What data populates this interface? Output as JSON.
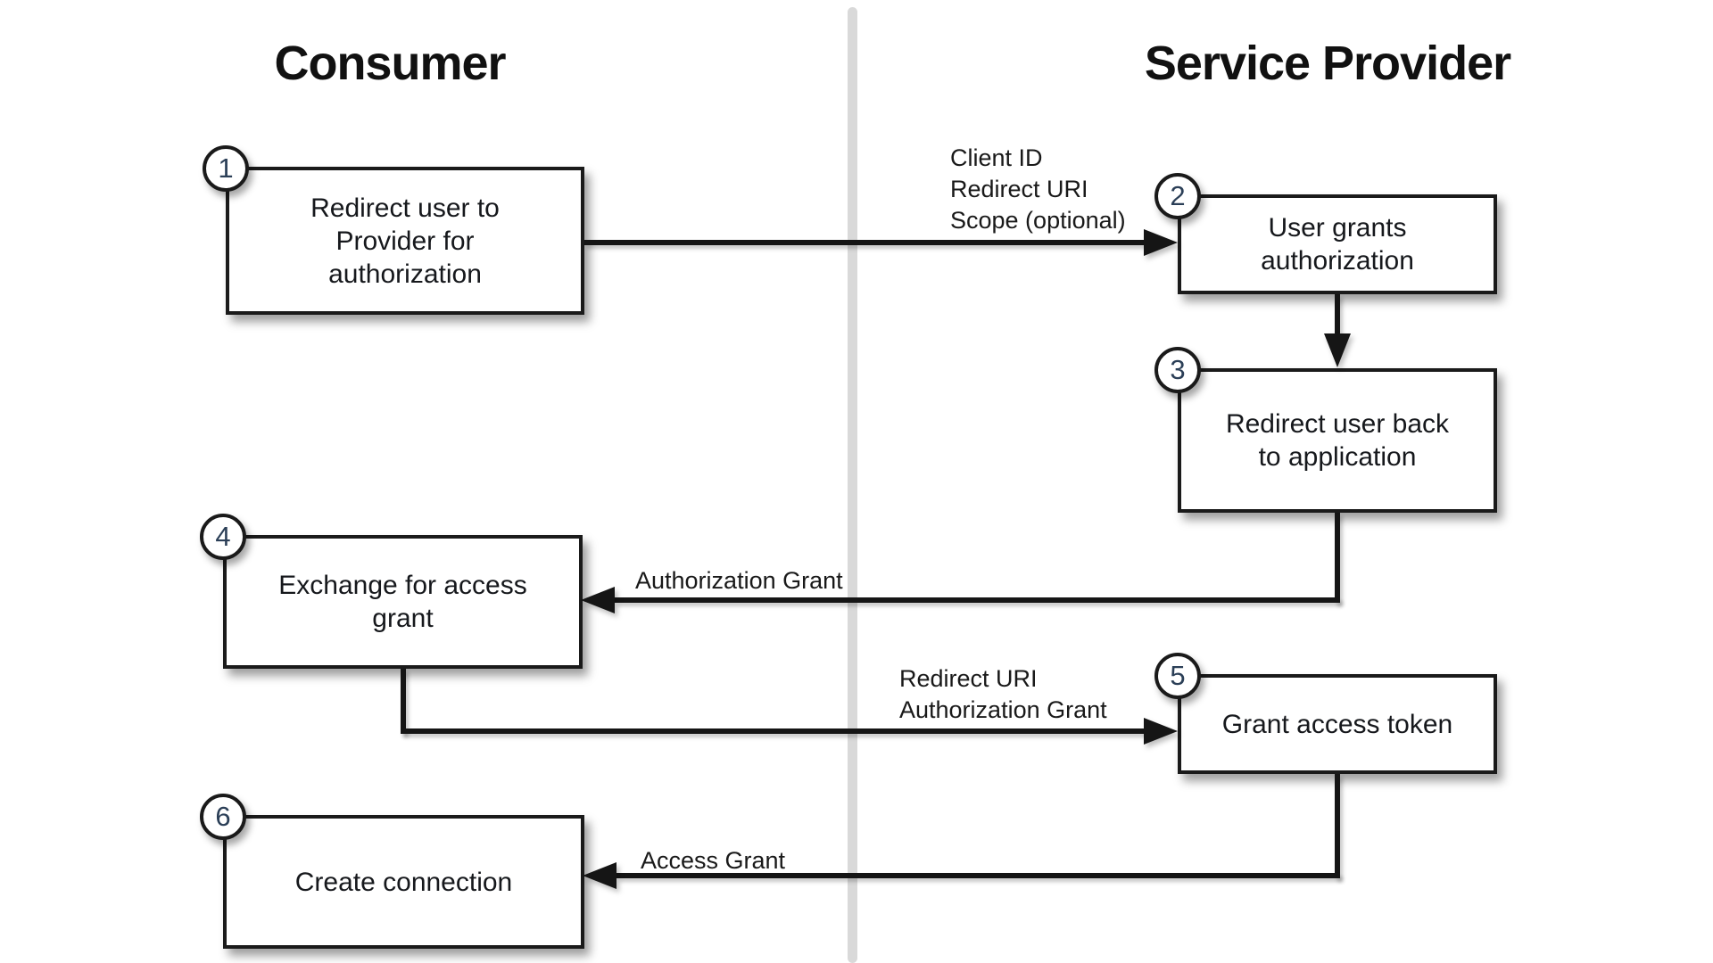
{
  "diagram": {
    "title_implied": "OAuth authorization flow",
    "lanes": [
      {
        "title": "Consumer"
      },
      {
        "title": "Service Provider"
      }
    ],
    "nodes": [
      {
        "step": "1",
        "lane": "Consumer",
        "label": "Redirect user to\nProvider for\nauthorization"
      },
      {
        "step": "2",
        "lane": "Service Provider",
        "label": "User grants\nauthorization"
      },
      {
        "step": "3",
        "lane": "Service Provider",
        "label": "Redirect user back\nto application"
      },
      {
        "step": "4",
        "lane": "Consumer",
        "label": "Exchange for access\ngrant"
      },
      {
        "step": "5",
        "lane": "Service Provider",
        "label": "Grant access token"
      },
      {
        "step": "6",
        "lane": "Consumer",
        "label": "Create connection"
      }
    ],
    "edges": [
      {
        "from": "1",
        "to": "2",
        "label": "Client ID\nRedirect URI\nScope (optional)"
      },
      {
        "from": "2",
        "to": "3",
        "label": ""
      },
      {
        "from": "3",
        "to": "4",
        "label": "Authorization Grant"
      },
      {
        "from": "4",
        "to": "5",
        "label": "Redirect URI\nAuthorization Grant"
      },
      {
        "from": "5",
        "to": "6",
        "label": "Access Grant"
      }
    ],
    "icons": {
      "arrowhead-right": "solid black triangle pointing right",
      "arrowhead-left": "solid black triangle pointing left",
      "arrowhead-down": "solid black triangle pointing down"
    },
    "colors": {
      "background": "#ffffff",
      "line": "#151515",
      "box_border": "#1a1a1a",
      "box_fill": "#ffffff",
      "lane_divider": "#d9d9d9",
      "text": "#16181c"
    }
  }
}
